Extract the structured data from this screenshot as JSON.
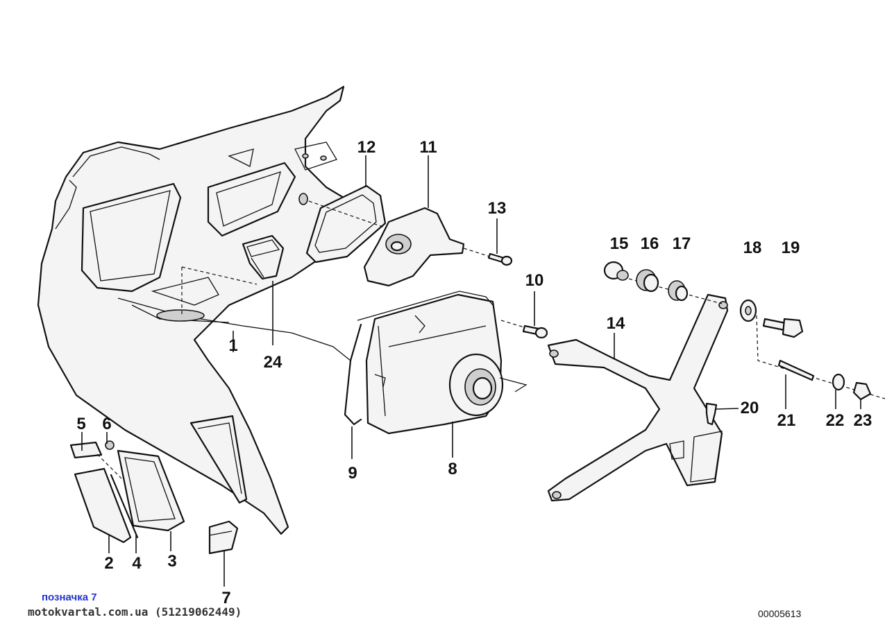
{
  "diagram": {
    "callouts": [
      {
        "id": "1",
        "label": "1"
      },
      {
        "id": "2",
        "label": "2"
      },
      {
        "id": "3",
        "label": "3"
      },
      {
        "id": "4",
        "label": "4"
      },
      {
        "id": "5",
        "label": "5"
      },
      {
        "id": "6",
        "label": "6"
      },
      {
        "id": "7",
        "label": "7"
      },
      {
        "id": "8",
        "label": "8"
      },
      {
        "id": "9",
        "label": "9"
      },
      {
        "id": "10",
        "label": "10"
      },
      {
        "id": "11",
        "label": "11"
      },
      {
        "id": "12",
        "label": "12"
      },
      {
        "id": "13",
        "label": "13"
      },
      {
        "id": "14",
        "label": "14"
      },
      {
        "id": "15",
        "label": "15"
      },
      {
        "id": "16",
        "label": "16"
      },
      {
        "id": "17",
        "label": "17"
      },
      {
        "id": "18",
        "label": "18"
      },
      {
        "id": "19",
        "label": "19"
      },
      {
        "id": "20",
        "label": "20"
      },
      {
        "id": "21",
        "label": "21"
      },
      {
        "id": "22",
        "label": "22"
      },
      {
        "id": "23",
        "label": "23"
      },
      {
        "id": "24",
        "label": "24"
      }
    ]
  },
  "footer": {
    "label": "позначка 7",
    "site": "motokvartal.com.ua (51219062449)",
    "reference": "00005613"
  }
}
